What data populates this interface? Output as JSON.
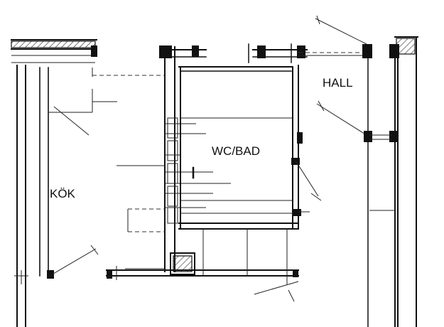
{
  "plan": {
    "rooms": [
      {
        "id": "kok",
        "label": "KÖK"
      },
      {
        "id": "wcbad",
        "label": "WC/BAD"
      },
      {
        "id": "hall",
        "label": "HALL"
      }
    ]
  }
}
